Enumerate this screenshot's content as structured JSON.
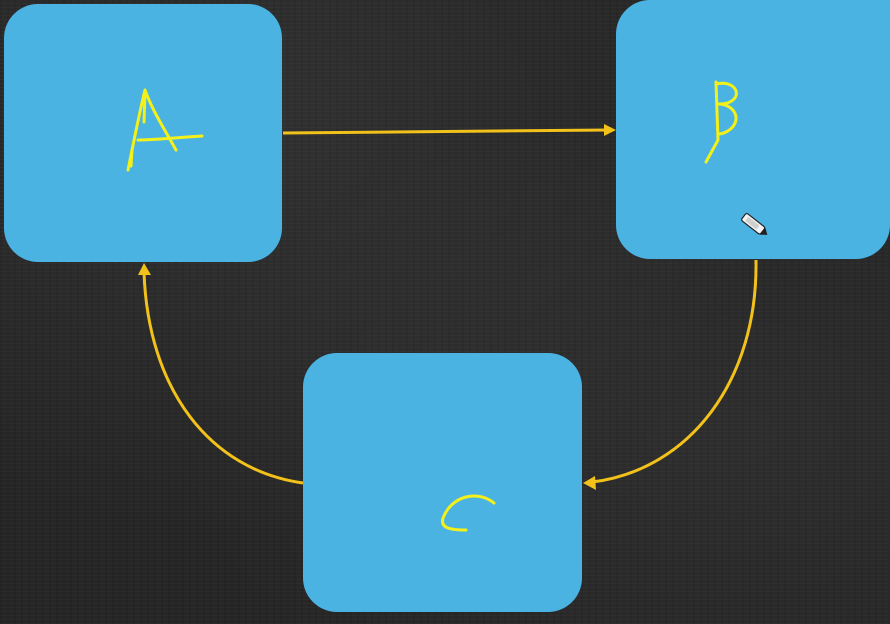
{
  "diagram": {
    "node_color": "#4AB3E2",
    "edge_color": "#F2C21B",
    "label_color": "#F3F01A",
    "nodes": [
      {
        "id": "A",
        "label": "A"
      },
      {
        "id": "B",
        "label": "B"
      },
      {
        "id": "C",
        "label": "C"
      }
    ],
    "edges": [
      {
        "from": "A",
        "to": "B"
      },
      {
        "from": "B",
        "to": "C"
      },
      {
        "from": "C",
        "to": "A"
      }
    ]
  },
  "cursor": {
    "icon": "pen-cursor-icon"
  }
}
